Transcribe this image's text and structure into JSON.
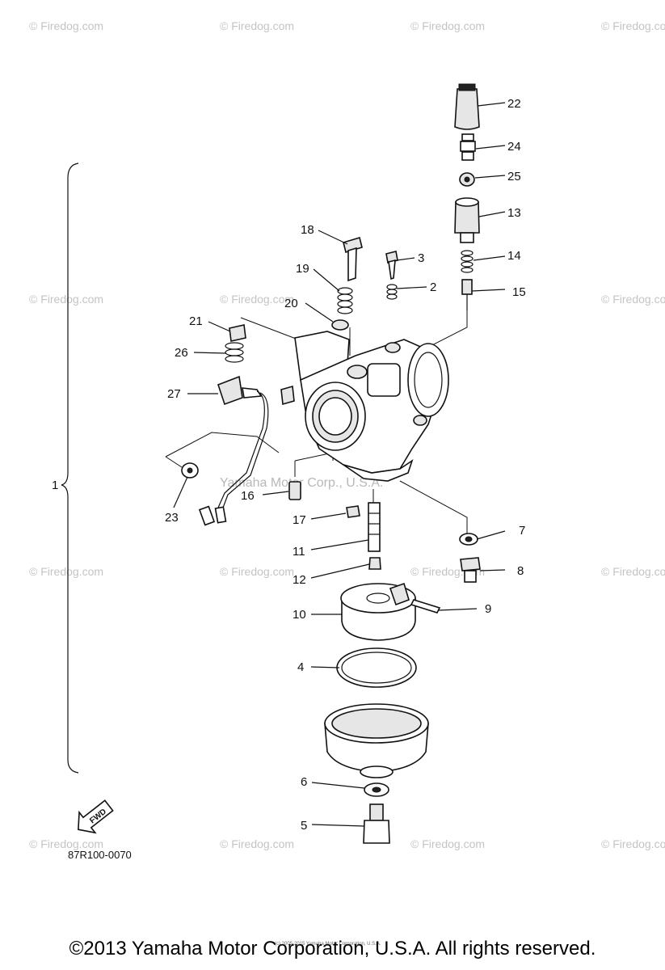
{
  "watermarks": {
    "firedog": "© Firedog.com",
    "yamaha": "Yamaha Motor Corp., U.S.A."
  },
  "assembly_label": "1",
  "callouts": {
    "c2": "2",
    "c3": "3",
    "c4": "4",
    "c5": "5",
    "c6": "6",
    "c7": "7",
    "c8": "8",
    "c9": "9",
    "c10": "10",
    "c11": "11",
    "c12": "12",
    "c13": "13",
    "c14": "14",
    "c15": "15",
    "c16": "16",
    "c17": "17",
    "c18": "18",
    "c19": "19",
    "c20": "20",
    "c21": "21",
    "c22": "22",
    "c23": "23",
    "c24": "24",
    "c25": "25",
    "c26": "26",
    "c27": "27"
  },
  "fwd_label": "FWD",
  "diagram_code": "87R100-0070",
  "tiny_notice": "(c) 2005-2015 Yamaha Motor Corporation, U.S.A.",
  "copyright": "©2013 Yamaha Motor Corporation, U.S.A. All rights reserved.",
  "colors": {
    "ink": "#111111",
    "watermark": "#c4c4c4"
  }
}
